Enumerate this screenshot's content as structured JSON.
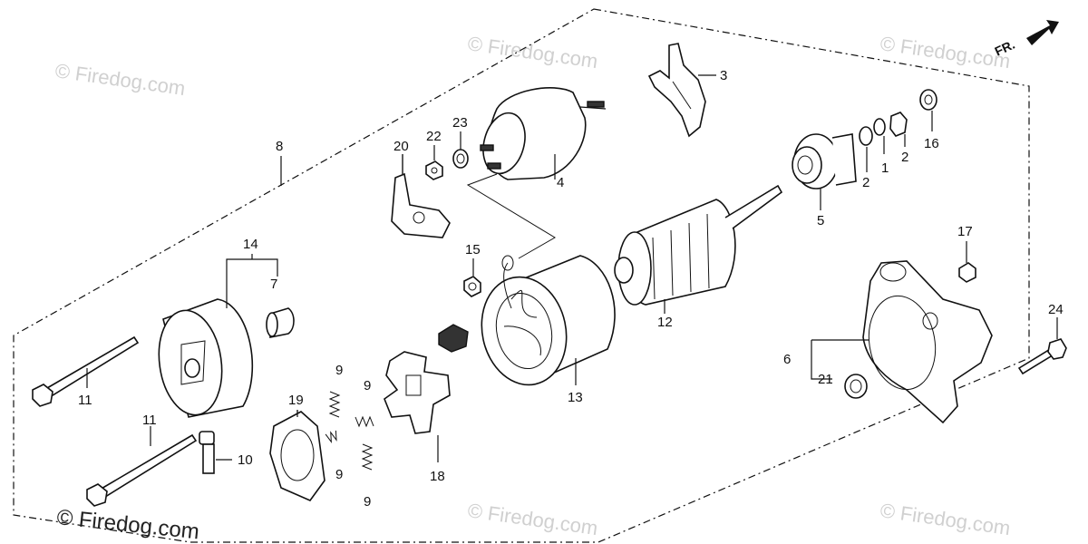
{
  "watermarks": {
    "main": "© Firedog.com",
    "faint": "© Firedog.com"
  },
  "direction": {
    "label": "FR."
  },
  "callouts": [
    {
      "id": "c1",
      "text": "1"
    },
    {
      "id": "c2a",
      "text": "2"
    },
    {
      "id": "c2b",
      "text": "2"
    },
    {
      "id": "c3",
      "text": "3"
    },
    {
      "id": "c4",
      "text": "4"
    },
    {
      "id": "c5",
      "text": "5"
    },
    {
      "id": "c6",
      "text": "6"
    },
    {
      "id": "c7",
      "text": "7"
    },
    {
      "id": "c8",
      "text": "8"
    },
    {
      "id": "c9a",
      "text": "9"
    },
    {
      "id": "c9b",
      "text": "9"
    },
    {
      "id": "c9c",
      "text": "9"
    },
    {
      "id": "c9d",
      "text": "9"
    },
    {
      "id": "c10",
      "text": "10"
    },
    {
      "id": "c11a",
      "text": "11"
    },
    {
      "id": "c11b",
      "text": "11"
    },
    {
      "id": "c12",
      "text": "12"
    },
    {
      "id": "c13",
      "text": "13"
    },
    {
      "id": "c14",
      "text": "14"
    },
    {
      "id": "c15",
      "text": "15"
    },
    {
      "id": "c16",
      "text": "16"
    },
    {
      "id": "c17",
      "text": "17"
    },
    {
      "id": "c18",
      "text": "18"
    },
    {
      "id": "c19",
      "text": "19"
    },
    {
      "id": "c20",
      "text": "20"
    },
    {
      "id": "c21",
      "text": "21"
    },
    {
      "id": "c22",
      "text": "22"
    },
    {
      "id": "c23",
      "text": "23"
    },
    {
      "id": "c24",
      "text": "24"
    }
  ]
}
